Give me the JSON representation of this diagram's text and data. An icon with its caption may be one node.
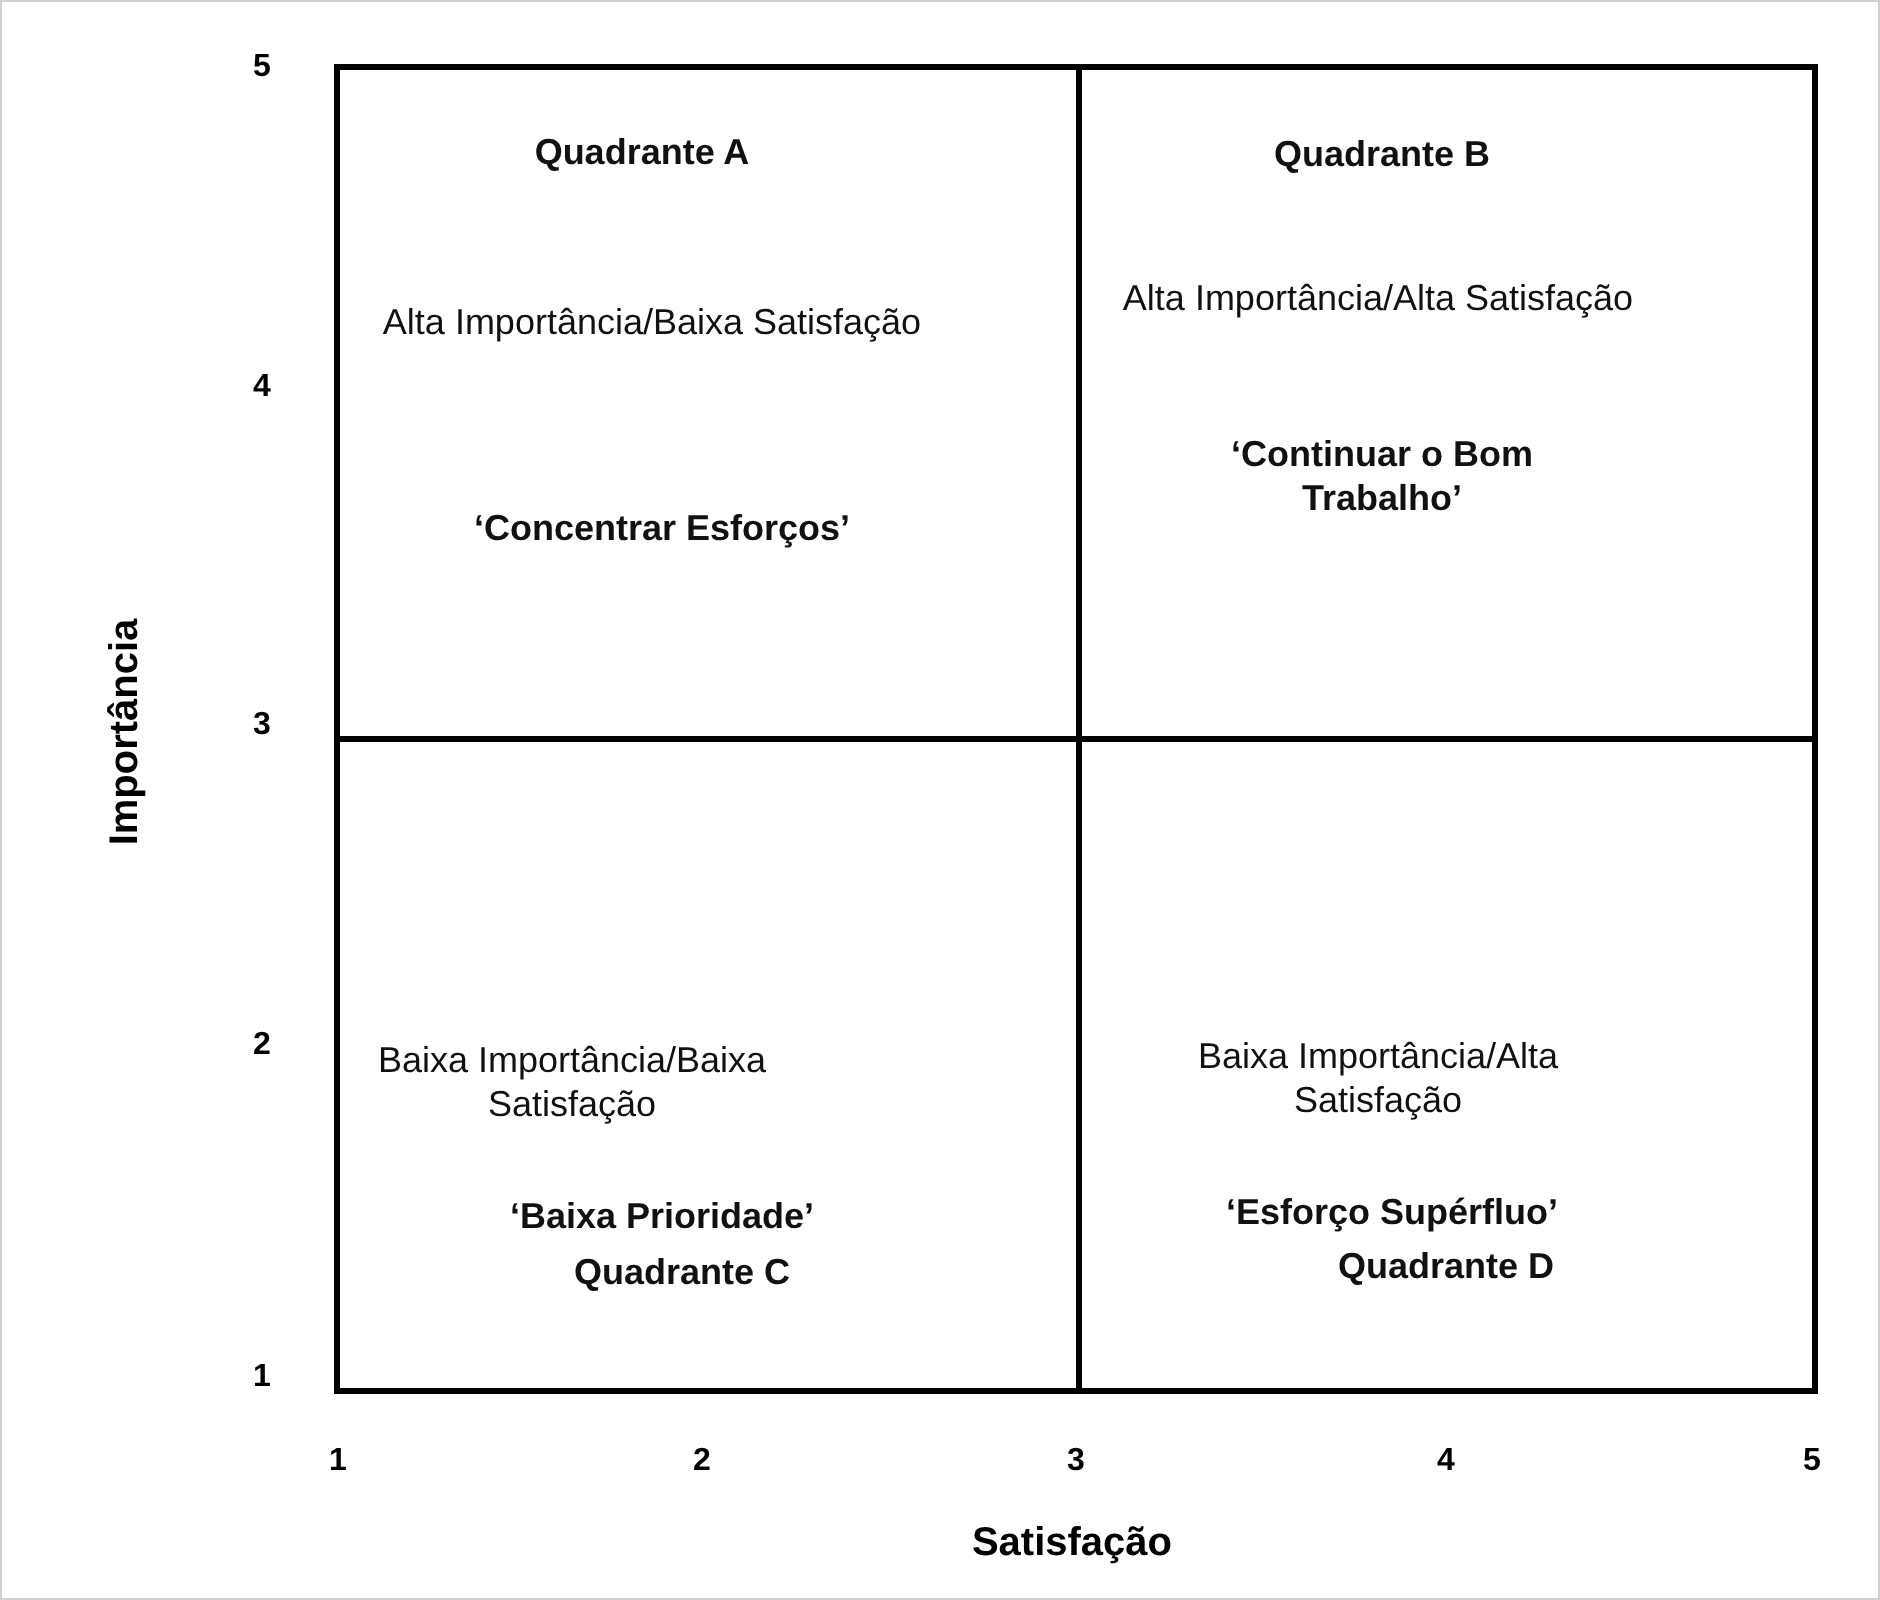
{
  "diagram": {
    "nodes": [
      {
        "text": [
          "Quadrante A",
          "Alta Importância/Baixa Satisfação",
          "‘Concentrar Esforços’"
        ]
      },
      {
        "text": [
          "Quadrante B",
          "Alta Importância/Alta Satisfação",
          "‘Continuar o Bom Trabalho’"
        ]
      },
      {
        "text": [
          "Baixa Importância/Baixa Satisfação",
          "‘Baixa Prioridade’",
          "Quadrante C"
        ]
      },
      {
        "text": [
          "Baixa Importância/Alta Satisfação",
          "‘Esforço Supérfluo’",
          "Quadrante D"
        ]
      }
    ],
    "labels": [
      "5",
      "4",
      "3",
      "2",
      "1",
      "Importância",
      "1",
      "2",
      "3",
      "4",
      "5",
      "Satisfação"
    ]
  }
}
